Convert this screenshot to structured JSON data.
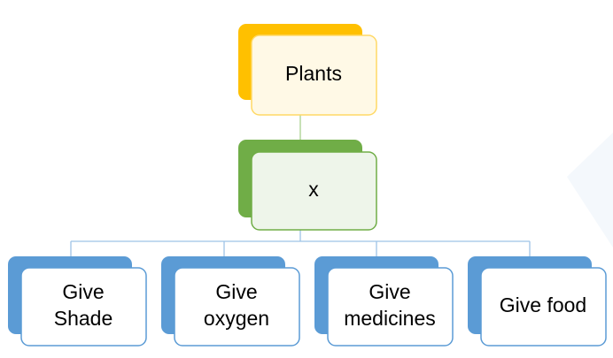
{
  "diagram": {
    "root": {
      "label": "Plants",
      "back_color": "#ffc000",
      "front_fill": "#fff9e6",
      "front_border": "#ffd966"
    },
    "middle": {
      "label": "x",
      "back_color": "#70ad47",
      "front_fill": "#eef5ea",
      "front_border": "#70ad47"
    },
    "leaves": [
      {
        "lines": [
          "Give",
          "Shade"
        ]
      },
      {
        "lines": [
          "Give",
          "oxygen"
        ]
      },
      {
        "lines": [
          "Give",
          "medicines"
        ]
      },
      {
        "lines": [
          "Give food"
        ]
      }
    ],
    "leaf_back_color": "#5b9bd5",
    "leaf_front_fill": "#ffffff",
    "leaf_front_border": "#5b9bd5",
    "connector_color": "#9dc3e6",
    "root_connector_color": "#a9d18e"
  }
}
